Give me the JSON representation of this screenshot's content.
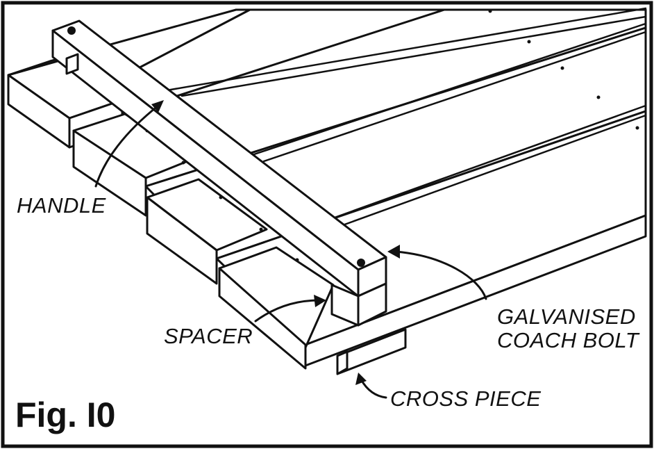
{
  "figure": {
    "caption": "Fig. I0",
    "labels": {
      "handle": "HANDLE",
      "spacer": "SPACER",
      "bolt_line1": "GALVANISED",
      "bolt_line2": "COACH BOLT",
      "cross_piece": "CROSS PIECE"
    }
  },
  "colors": {
    "ink": "#111111",
    "paper": "#ffffff"
  }
}
